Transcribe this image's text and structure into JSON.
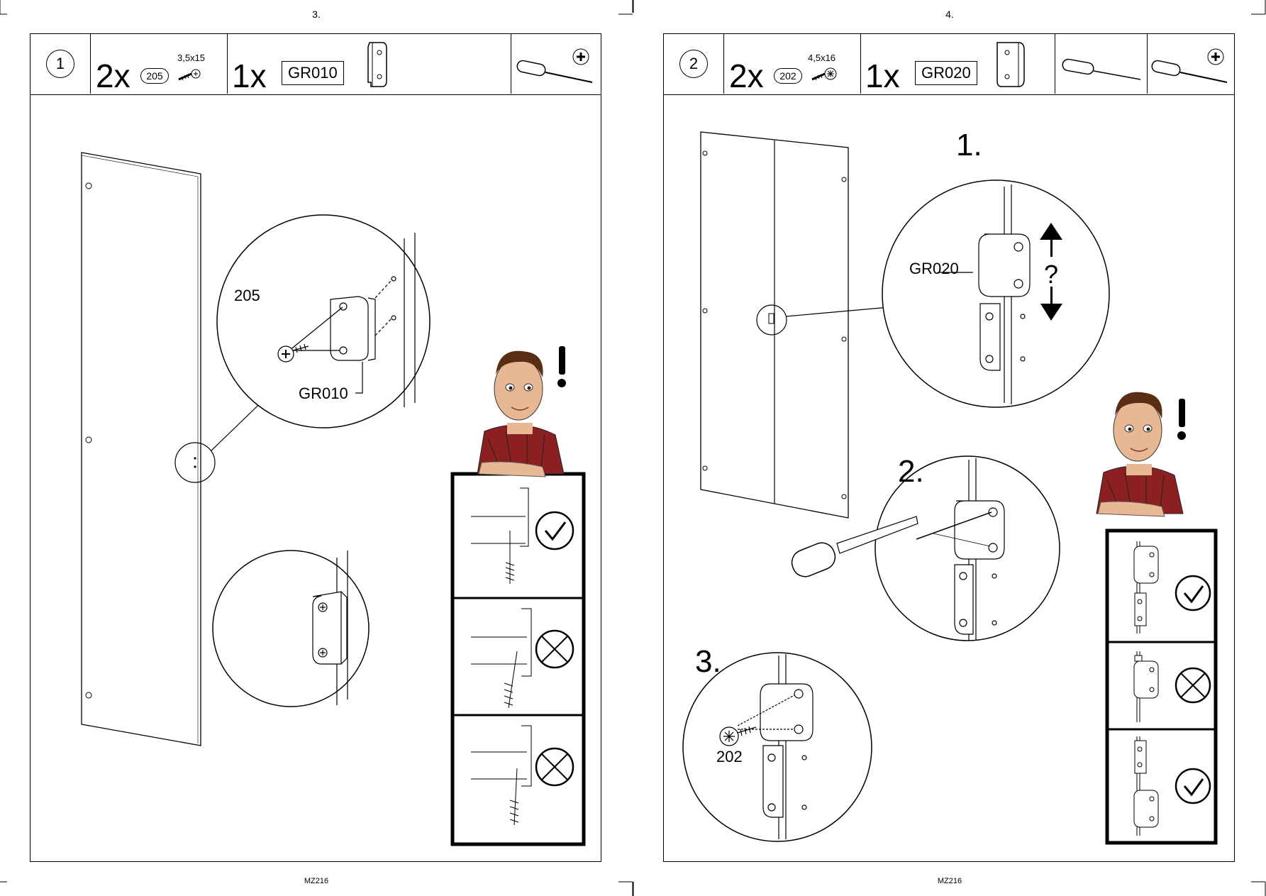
{
  "left_page": {
    "page_number": "3.",
    "footer": "MZ216",
    "header": {
      "step_number": "1",
      "screw_qty": "2x",
      "screw_code": "205",
      "screw_size": "3,5x15",
      "part_qty": "1x",
      "part_code": "GR010",
      "tools": [
        "phillips-screwdriver-icon"
      ]
    },
    "callout_labels": {
      "screw": "205",
      "part": "GR010"
    },
    "check_panel": [
      "correct",
      "wrong",
      "wrong"
    ]
  },
  "right_page": {
    "page_number": "4.",
    "footer": "MZ216",
    "header": {
      "step_number": "2",
      "screw_qty": "2x",
      "screw_code": "202",
      "screw_size": "4,5x16",
      "part_qty": "1x",
      "part_code": "GR020",
      "tools": [
        "awl-icon",
        "phillips-screwdriver-icon"
      ]
    },
    "substeps": [
      "1.",
      "2.",
      "3."
    ],
    "callout_labels": {
      "part": "GR020",
      "question": "?",
      "screw": "202"
    },
    "check_panel": [
      "correct",
      "wrong",
      "correct"
    ]
  },
  "colors": {
    "ink": "#000000",
    "paper": "#ffffff",
    "skin": "#e8b894",
    "shirt_red": "#8c1f22"
  }
}
